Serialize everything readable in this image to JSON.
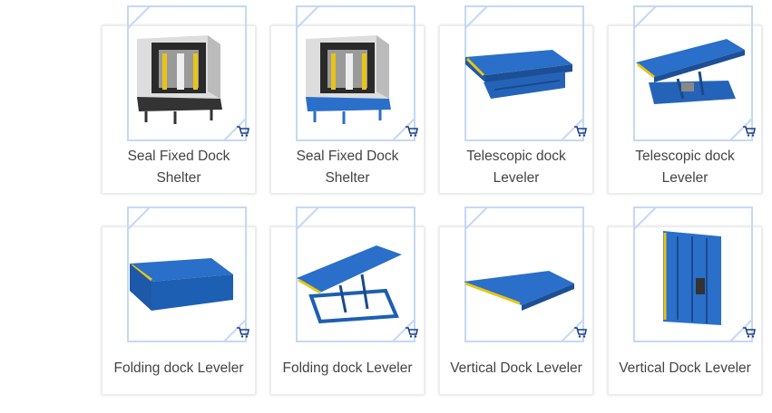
{
  "accent_color": "#b9d4f5",
  "icons": {
    "cart": "shopping-cart-icon"
  },
  "products": [
    {
      "name": "Seal Fixed Dock Shelter",
      "image": "dock-shelter-black"
    },
    {
      "name": "Seal Fixed Dock Shelter",
      "image": "dock-shelter-blue"
    },
    {
      "name": "Telescopic dock Leveler",
      "image": "telescopic-flat"
    },
    {
      "name": "Telescopic dock Leveler",
      "image": "telescopic-raised"
    },
    {
      "name": "Folding dock Leveler",
      "image": "folding-flat"
    },
    {
      "name": "Folding dock Leveler",
      "image": "folding-raised"
    },
    {
      "name": "Vertical Dock Leveler",
      "image": "vertical-flat"
    },
    {
      "name": "Vertical Dock Leveler",
      "image": "vertical-upright"
    }
  ]
}
